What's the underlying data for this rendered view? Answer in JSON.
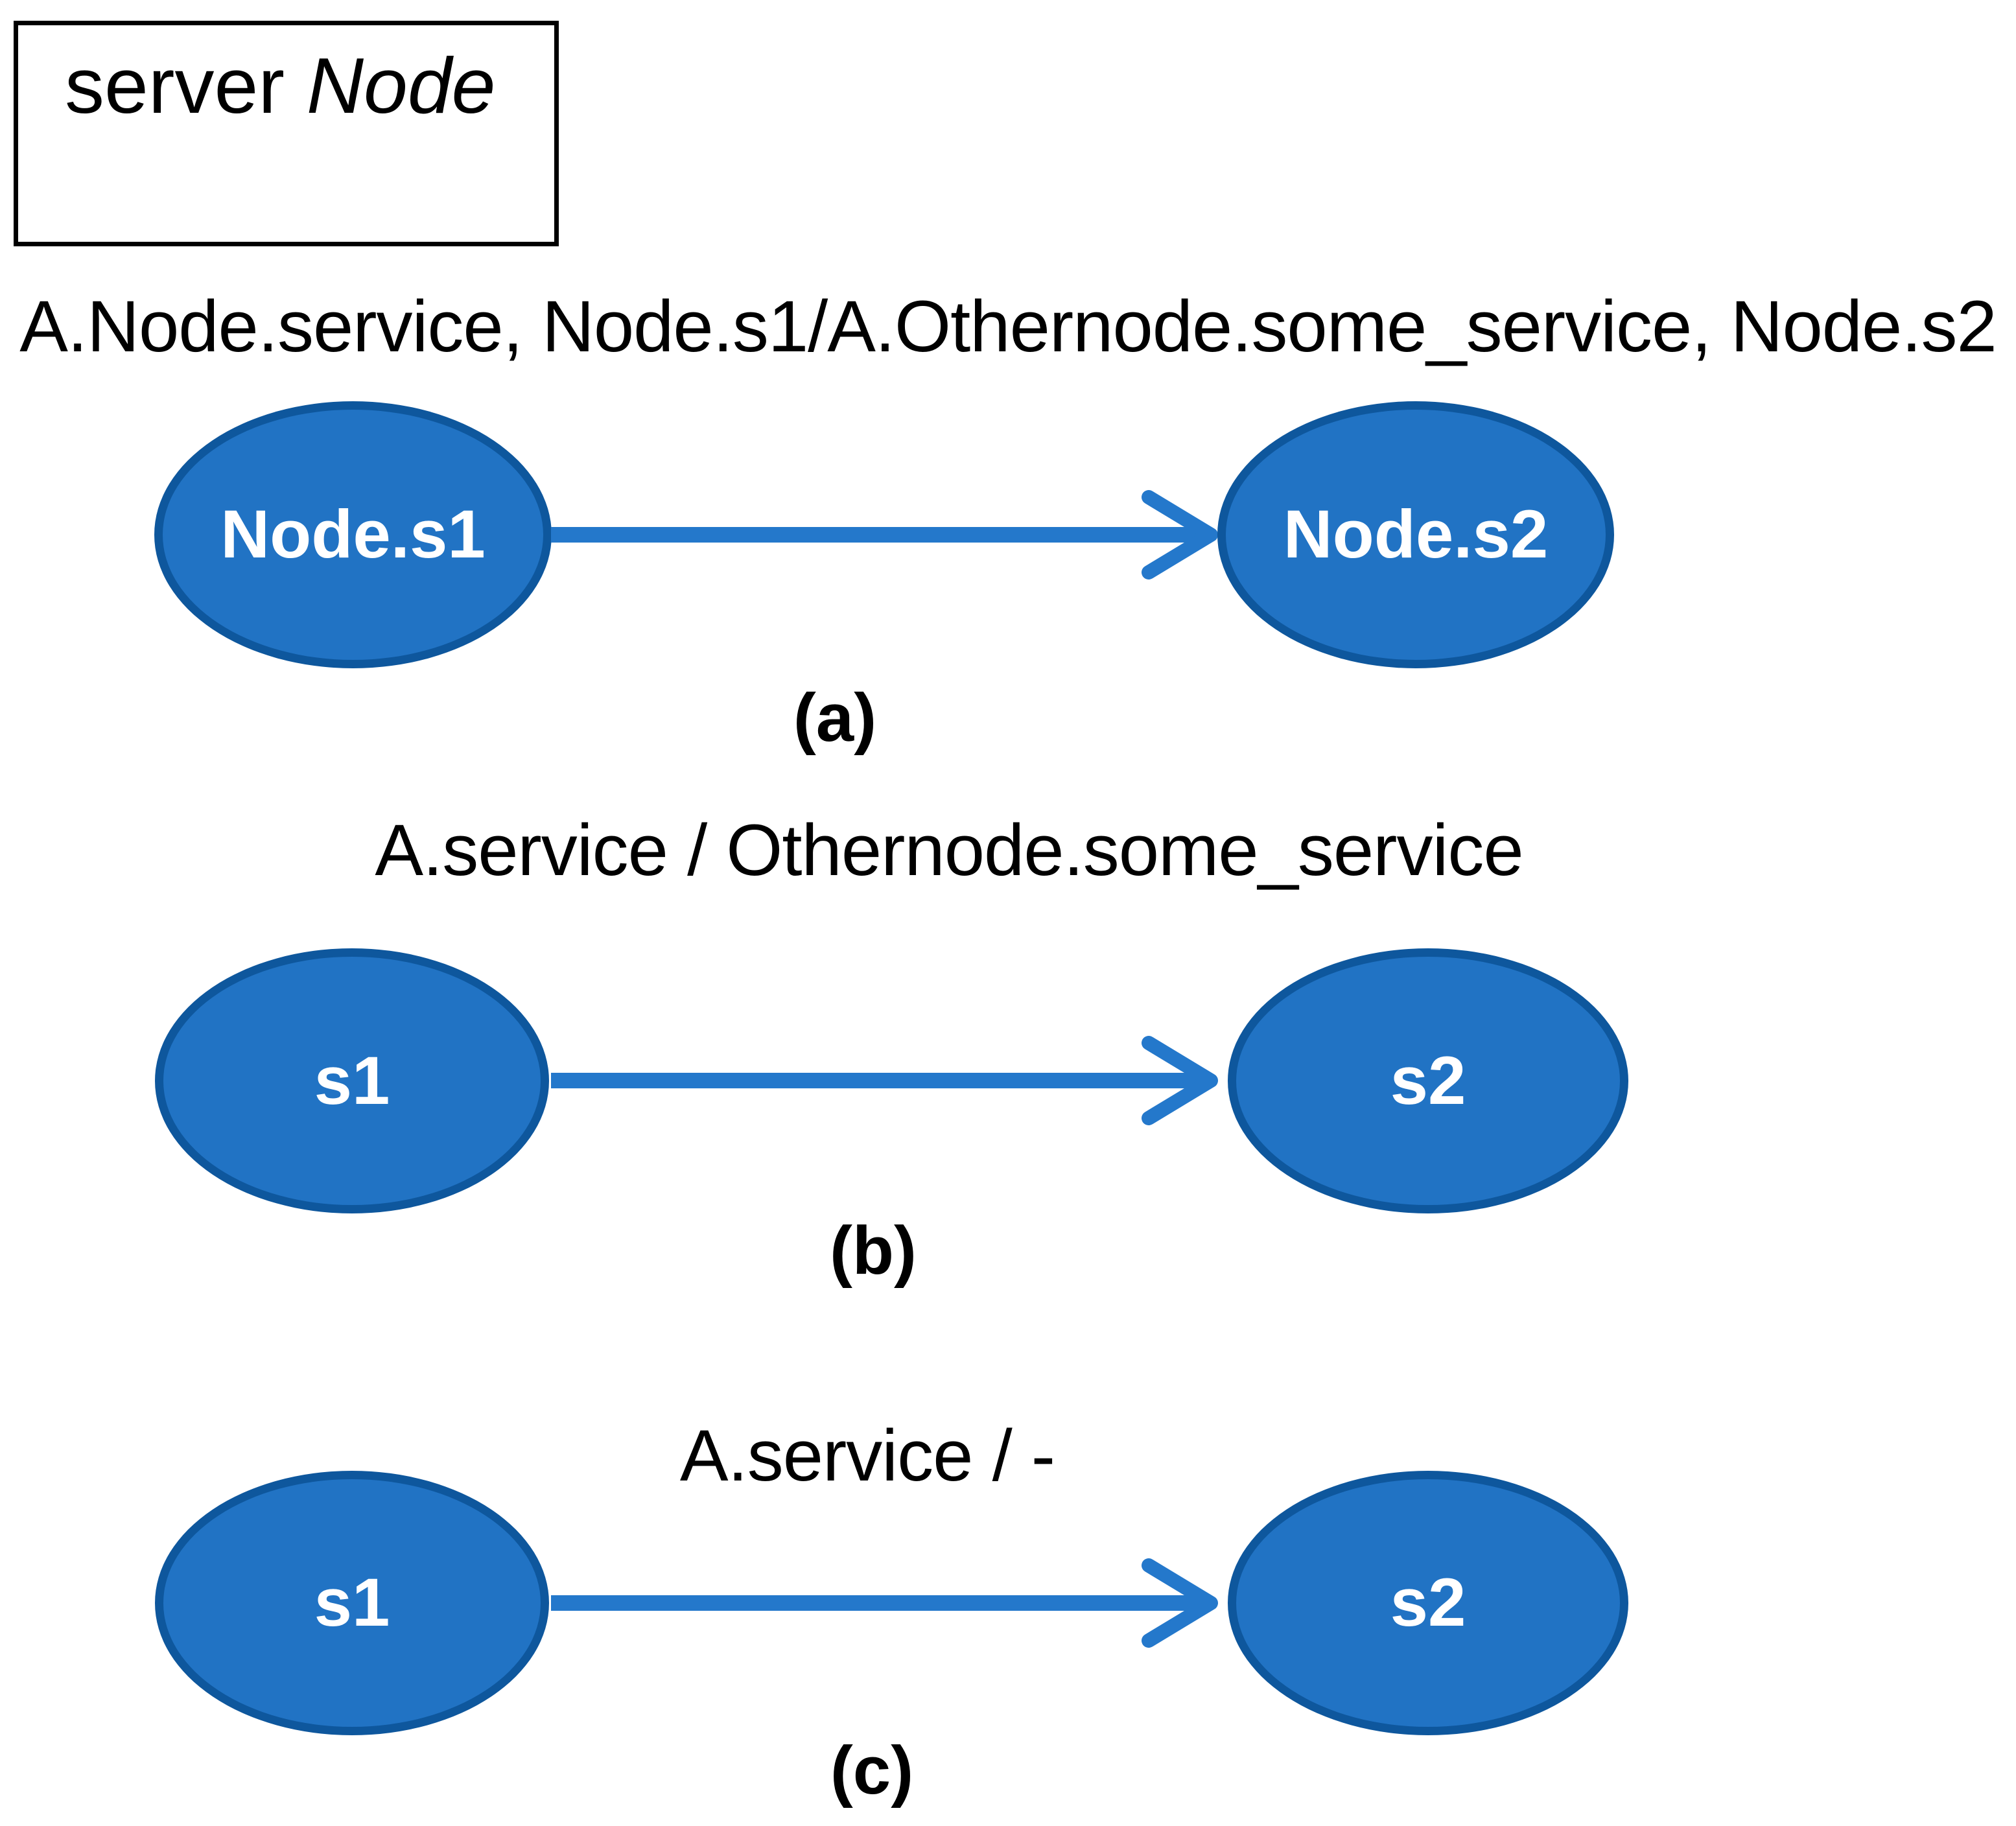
{
  "colors": {
    "node_fill": "#2173C4",
    "node_border": "#0E579D",
    "node_text": "#FFFFFF",
    "arrow": "#2478CB",
    "text": "#000000",
    "box_border": "#000000"
  },
  "legend_box": {
    "prefix": "server ",
    "emphasis": "Node"
  },
  "diagrams": [
    {
      "id": "a",
      "label": "A.Node.service, Node.s1/A.Othernode.some_service, Node.s2",
      "source": "Node.s1",
      "target": "Node.s2",
      "caption": "(a)"
    },
    {
      "id": "b",
      "label": "A.service / Othernode.some_service",
      "source": "s1",
      "target": "s2",
      "caption": "(b)"
    },
    {
      "id": "c",
      "label": "A.service / -",
      "source": "s1",
      "target": "s2",
      "caption": "(c)"
    }
  ]
}
